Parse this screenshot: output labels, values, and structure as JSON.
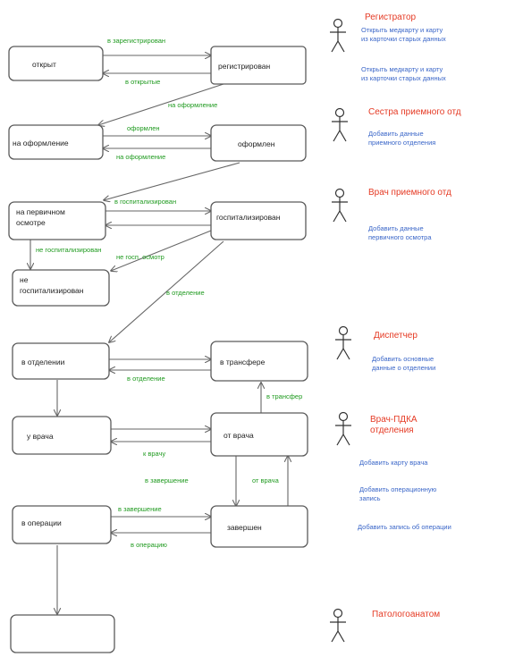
{
  "states": {
    "open": "открыт",
    "registration": "регистрирован",
    "formalization": "на оформление",
    "formalized": "оформлен",
    "primary_exam": "на первичном осмотре",
    "hosp_form": "госпитализирован",
    "not_hospitalized": "не госпитализирован",
    "in_department": "в отделении",
    "transferred": "в трансфере",
    "at_doctor": "у врача",
    "from_doctor": "от врача",
    "in_surgery": "в операции",
    "completed": "завершен",
    "final": ""
  },
  "transitions": {
    "t1": "в зарегистрирован",
    "t2": "в открытые",
    "t3": "на оформление",
    "t4": "оформлен",
    "t5": "на оформление",
    "t6": "в госпитализирован",
    "t7": "не госпитализирован",
    "t8": "не госп. осмотр",
    "t9": "в отделение",
    "t10": "в отделение",
    "t11": "в трансфер",
    "t12": "к врачу",
    "t13": "в завершение",
    "t14": "от врача",
    "t15": "в завершение",
    "t16": "в операцию"
  },
  "roles": [
    {
      "name": "Регистратор",
      "notes": [
        "Открыть медкарту и карту из карточки старых данных",
        "Открыть медкарту и карту из карточки старых данных"
      ]
    },
    {
      "name": "Сестра приемного отд",
      "notes": [
        "Добавить данные приемного отделения"
      ]
    },
    {
      "name": "Врач приемного отд",
      "notes": [
        "Добавить данные первичного осмотра"
      ]
    },
    {
      "name": "Диспетчер",
      "notes": [
        "Добавить основные данные о отделении"
      ]
    },
    {
      "name": "Врач-ПДКА отделения",
      "notes": [
        "Добавить карту врача",
        "Добавить операционную запись",
        "Добавить запись об операции"
      ]
    },
    {
      "name": "Патологоанатом",
      "notes": []
    }
  ]
}
